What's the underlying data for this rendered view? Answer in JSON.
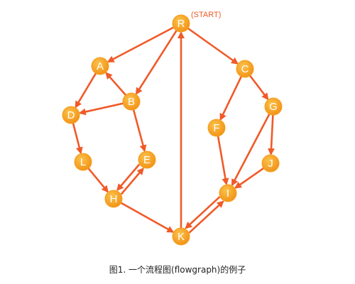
{
  "diagram": {
    "start_label": "(START)",
    "nodes": [
      {
        "id": "R",
        "label": "R"
      },
      {
        "id": "A",
        "label": "A"
      },
      {
        "id": "B",
        "label": "B"
      },
      {
        "id": "C",
        "label": "C"
      },
      {
        "id": "D",
        "label": "D"
      },
      {
        "id": "E",
        "label": "E"
      },
      {
        "id": "F",
        "label": "F"
      },
      {
        "id": "G",
        "label": "G"
      },
      {
        "id": "H",
        "label": "H"
      },
      {
        "id": "I",
        "label": "I"
      },
      {
        "id": "J",
        "label": "J"
      },
      {
        "id": "K",
        "label": "K"
      },
      {
        "id": "L",
        "label": "L"
      }
    ],
    "edges": [
      {
        "from": "R",
        "to": "A"
      },
      {
        "from": "R",
        "to": "B"
      },
      {
        "from": "R",
        "to": "C"
      },
      {
        "from": "B",
        "to": "A"
      },
      {
        "from": "A",
        "to": "D"
      },
      {
        "from": "B",
        "to": "D"
      },
      {
        "from": "B",
        "to": "E"
      },
      {
        "from": "D",
        "to": "L"
      },
      {
        "from": "L",
        "to": "H"
      },
      {
        "from": "E",
        "to": "H"
      },
      {
        "from": "H",
        "to": "E"
      },
      {
        "from": "H",
        "to": "K"
      },
      {
        "from": "K",
        "to": "R"
      },
      {
        "from": "C",
        "to": "F"
      },
      {
        "from": "C",
        "to": "G"
      },
      {
        "from": "F",
        "to": "I"
      },
      {
        "from": "G",
        "to": "I"
      },
      {
        "from": "G",
        "to": "J"
      },
      {
        "from": "J",
        "to": "I"
      },
      {
        "from": "I",
        "to": "K"
      },
      {
        "from": "K",
        "to": "I"
      }
    ],
    "colors": {
      "edge": "#f05a28",
      "node_fill": "#f7a31c",
      "node_stroke": "#f4a020",
      "node_text": "#ffffff",
      "start_label": "#f05a28"
    }
  },
  "caption": "图1. 一个流程图(flowgraph)的例子"
}
